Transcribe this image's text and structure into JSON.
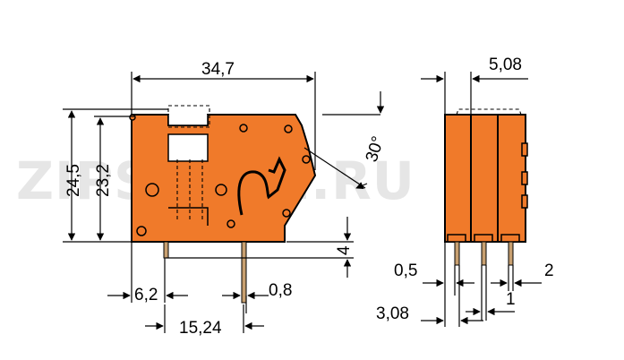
{
  "watermark": "ZIPSTORE.RU",
  "colors": {
    "housing": "#f07a2a",
    "pin": "#c8a070",
    "outline": "#000000"
  },
  "dimensions": {
    "width_top": "34,7",
    "height_outer": "24,5",
    "height_inner": "23,2",
    "angle": "30°",
    "pin_length": "4",
    "pin_offset": "6,2",
    "pin_width": "0,8",
    "pitch": "15,24",
    "side_width": "5,08",
    "side_gap": "0,5",
    "side_offset": "3,08",
    "side_pin": "1",
    "side_step": "2"
  }
}
